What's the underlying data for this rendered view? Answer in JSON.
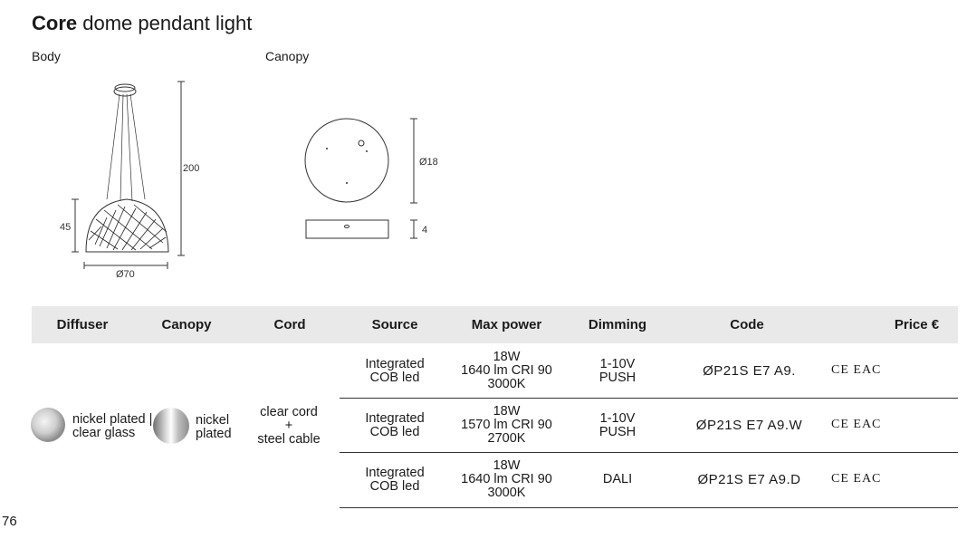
{
  "title": {
    "bold": "Core",
    "rest": " dome pendant light"
  },
  "labels": {
    "body": "Body",
    "canopy": "Canopy"
  },
  "dimensions": {
    "height": "200",
    "dome_height": "45",
    "diameter": "Ø70",
    "canopy_diameter": "Ø18",
    "canopy_height": "4"
  },
  "table": {
    "headers": {
      "diffuser": "Diffuser",
      "canopy": "Canopy",
      "cord": "Cord",
      "source": "Source",
      "max_power": "Max power",
      "dimming": "Dimming",
      "code": "Code",
      "price": "Price €"
    },
    "diffuser": {
      "line1": "nickel plated |",
      "line2": "clear glass"
    },
    "canopy": {
      "line1": "nickel",
      "line2": "plated"
    },
    "cord": {
      "line1": "clear cord",
      "line2": "+",
      "line3": "steel cable"
    },
    "rows": [
      {
        "source1": "Integrated",
        "source2": "COB led",
        "power1": "18W",
        "power2": "1640 lm CRI 90",
        "power3": "3000K",
        "dim1": "1-10V",
        "dim2": "PUSH",
        "code": "ØP21S E7 A9.",
        "cert": "CE EAC"
      },
      {
        "source1": "Integrated",
        "source2": "COB led",
        "power1": "18W",
        "power2": "1570 lm CRI 90",
        "power3": "2700K",
        "dim1": "1-10V",
        "dim2": "PUSH",
        "code": "ØP21S E7 A9.W",
        "cert": "CE EAC"
      },
      {
        "source1": "Integrated",
        "source2": "COB led",
        "power1": "18W",
        "power2": "1640 lm CRI 90",
        "power3": "3000K",
        "dim1": "DALI",
        "dim2": "",
        "code": "ØP21S E7 A9.D",
        "cert": "CE EAC"
      }
    ]
  },
  "page_number": "76"
}
